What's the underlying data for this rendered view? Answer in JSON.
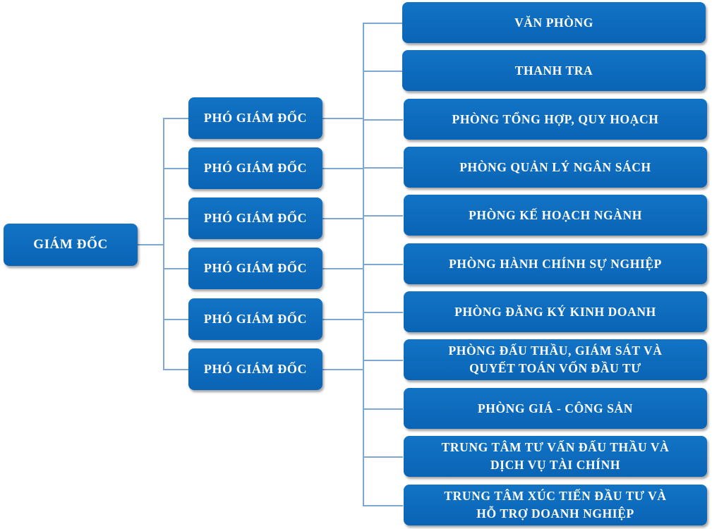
{
  "director": {
    "label": "GIÁM ĐỐC"
  },
  "deputies": [
    {
      "label": "PHÓ GIÁM ĐỐC"
    },
    {
      "label": "PHÓ GIÁM ĐỐC"
    },
    {
      "label": "PHÓ GIÁM ĐỐC"
    },
    {
      "label": "PHÓ GIÁM ĐỐC"
    },
    {
      "label": "PHÓ GIÁM ĐỐC"
    },
    {
      "label": "PHÓ GIÁM ĐỐC"
    }
  ],
  "departments": [
    {
      "label": "VĂN PHÒNG"
    },
    {
      "label": "THANH TRA"
    },
    {
      "label": "PHÒNG TỔNG  HỢP, QUY HOẠCH"
    },
    {
      "label": "PHÒNG QUẢN LÝ NGÂN SÁCH"
    },
    {
      "label": "PHÒNG KẾ HOẠCH NGÀNH"
    },
    {
      "label": "PHÒNG HÀNH CHÍNH SỰ NGHIỆP"
    },
    {
      "label": "PHÒNG ĐĂNG KÝ KINH DOANH"
    },
    {
      "label": "PHÒNG ĐẤU THẦU, GIÁM SÁT VÀ\nQUYẾT TOÁN VỐN ĐẦU TƯ"
    },
    {
      "label": "PHÒNG GIÁ - CÔNG SẢN"
    },
    {
      "label": "TRUNG TÂM TƯ VẤN ĐẤU THẦU VÀ\nDỊCH VỤ TÀI CHÍNH"
    },
    {
      "label": "TRUNG TÂM XÚC TIẾN ĐẦU TƯ VÀ\nHỖ TRỢ DOANH NGHIỆP"
    }
  ],
  "colors": {
    "box": "#0a64b6",
    "box_text": "#ffffff",
    "connector": "#7fa7d6"
  }
}
